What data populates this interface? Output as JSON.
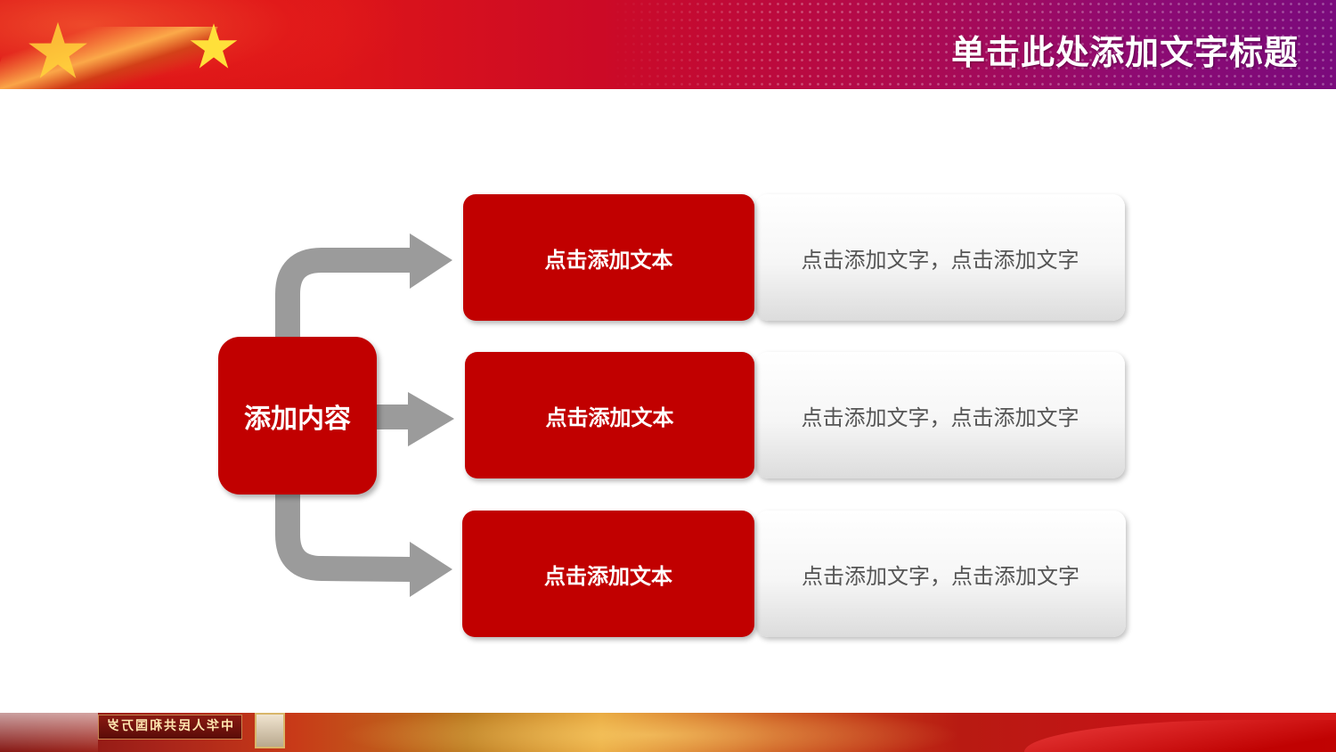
{
  "header": {
    "title": "单击此处添加文字标题"
  },
  "footer": {
    "gate_text": "中华人民共和国万岁"
  },
  "diagram": {
    "center_label": "添加内容",
    "rows": [
      {
        "label": "点击添加文本",
        "text": "点击添加文字，点击添加文字"
      },
      {
        "label": "点击添加文本",
        "text": "点击添加文字，点击添加文字"
      },
      {
        "label": "点击添加文本",
        "text": "点击添加文字，点击添加文字"
      }
    ]
  },
  "colors": {
    "primary_red": "#c10000",
    "arrow_grey": "#9b9b9b",
    "body_text": "#555555",
    "header_gradient_start": "#d80f14",
    "header_gradient_end": "#7a0a7c"
  }
}
